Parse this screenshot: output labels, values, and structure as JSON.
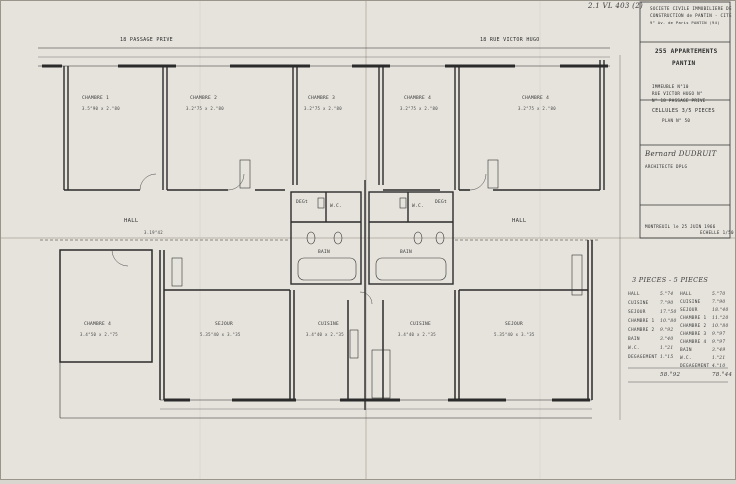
{
  "header": {
    "archive_ref": "2.1 VL 403 (2)",
    "top_left_street": "18 PASSAGE PRIVE",
    "top_right_street": "18 RUE VICTOR HUGO"
  },
  "title_block": {
    "company_line1": "SOCIETE CIVILE IMMOBILIERE DE",
    "company_line2": "CONSTRUCTION de PANTIN - CITE",
    "company_line3": "9° Av. de Paris   PANTIN (94)",
    "project": "255 APPARTEMENTS",
    "project_sub": "PANTIN",
    "building": "IMMEUBLE N°10",
    "address1": "RUE VICTOR HUGO N°",
    "address2": "N° 18 PASSAGE PRIVE",
    "floor": "CELLULES 3/5 PIECES",
    "sheet_no": "PLAN N° 50",
    "architect": "Bernard DUDRUIT",
    "architect_role": "ARCHITECTE DPLG",
    "date": "MONTREUIL le 25 JUIN 1966",
    "scale": "ECHELLE 1/50"
  },
  "rooms": {
    "chambre1": {
      "name": "CHAMBRE 1",
      "size": "3.5°90 x 2.°80"
    },
    "chambre2": {
      "name": "CHAMBRE 2",
      "size": "3.2°75 x 2.°80"
    },
    "chambre3": {
      "name": "CHAMBRE 3",
      "size": "3.2°75 x 2.°80"
    },
    "chambre4a": {
      "name": "CHAMBRE 4",
      "size": "3.2°75 x 2.°80"
    },
    "chambre4b": {
      "name": "CHAMBRE 4",
      "size": "3.2°75 x 2.°80"
    },
    "chambre5": {
      "name": "CHAMBRE 4",
      "size": "3.4°50 x 2.°75"
    },
    "sejour_left": {
      "name": "SEJOUR",
      "size": "5.35°40 x 3.°35"
    },
    "cuisine_left": {
      "name": "CUISINE",
      "size": "3.4°40 x 2.°35"
    },
    "cuisine_right": {
      "name": "CUISINE",
      "size": "3.4°40 x 2.°35"
    },
    "sejour_right": {
      "name": "SEJOUR",
      "size": "5.35°40 x 3.°35"
    },
    "hall_left": {
      "name": "HALL",
      "size": "3.19°42"
    },
    "hall_right": {
      "name": "HALL"
    },
    "deg_left": {
      "name": "DEGt"
    },
    "deg_right": {
      "name": "DEGt"
    },
    "wc_left": {
      "name": "W.C."
    },
    "wc_right": {
      "name": "W.C."
    },
    "bain_left": {
      "name": "BAIN"
    },
    "bain_right": {
      "name": "BAIN"
    }
  },
  "surface_table": {
    "heading": "3 PIECES  -  5 PIECES",
    "left_col": [
      {
        "label": "HALL",
        "value": "5.°74"
      },
      {
        "label": "CUISINE",
        "value": "7.°90"
      },
      {
        "label": "SEJOUR",
        "value": "17.°50"
      },
      {
        "label": "CHAMBRE 1",
        "value": "10.°80"
      },
      {
        "label": "CHAMBRE 2",
        "value": "9.°92"
      },
      {
        "label": "BAIN",
        "value": "3.°40"
      },
      {
        "label": "W.C.",
        "value": "1.°21"
      },
      {
        "label": "DEGAGEMENT",
        "value": "1.°15"
      }
    ],
    "right_col": [
      {
        "label": "HALL",
        "value": "5.°70"
      },
      {
        "label": "CUISINE",
        "value": "7.°90"
      },
      {
        "label": "SEJOUR",
        "value": "18.°40"
      },
      {
        "label": "CHAMBRE 1",
        "value": "11.°20"
      },
      {
        "label": "CHAMBRE 2",
        "value": "10.°80"
      },
      {
        "label": "CHAMBRE 3",
        "value": "9.°97"
      },
      {
        "label": "CHAMBRE 4",
        "value": "9.°97"
      },
      {
        "label": "BAIN",
        "value": "3.°49"
      },
      {
        "label": "W.C.",
        "value": "1.°21"
      },
      {
        "label": "DEGAGEMENT",
        "value": "4.°10"
      }
    ],
    "total_left": "58.°92",
    "total_right": "78.°44"
  },
  "colors": {
    "paper": "#e6e3dc",
    "line": "#2b2b2b",
    "fold": "#b9b4aa"
  }
}
